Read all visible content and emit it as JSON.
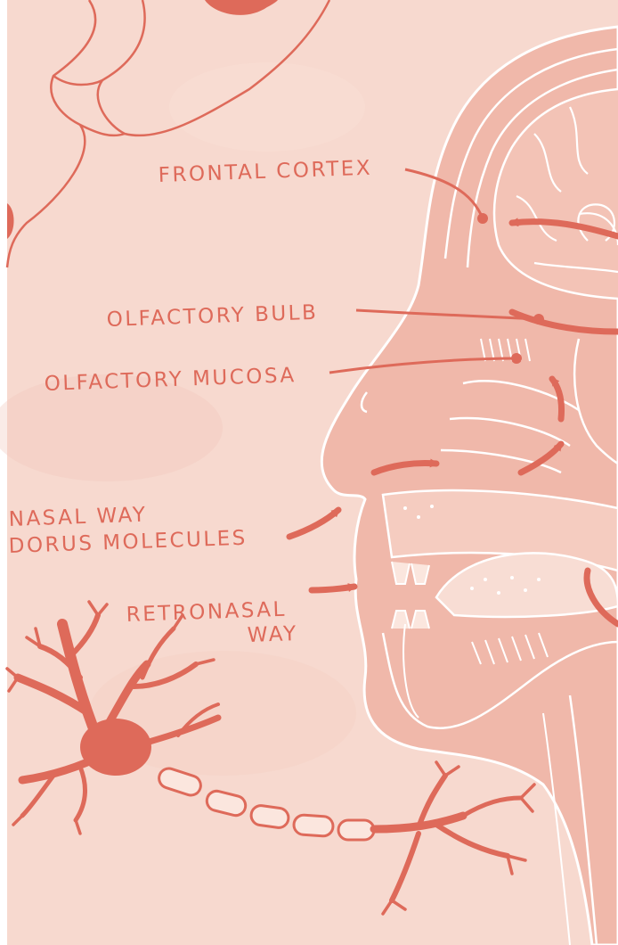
{
  "labels": {
    "frontal_cortex": "FRONTAL CORTEX",
    "olfactory_bulb": "OLFACTORY BULB",
    "olfactory_mucosa": "OLFACTORY MUCOSA",
    "nasal_way": "NASAL WAY",
    "odorus_molecules": "DORUS MOLECULES",
    "retronasal_1": "RETRONASAL",
    "retronasal_2": "WAY"
  },
  "colors": {
    "background": "#f7d9cf",
    "accent": "#de6a5a",
    "accent_dark": "#c9473a",
    "outline": "#ffffff",
    "tissue": "#f0b8aa"
  }
}
